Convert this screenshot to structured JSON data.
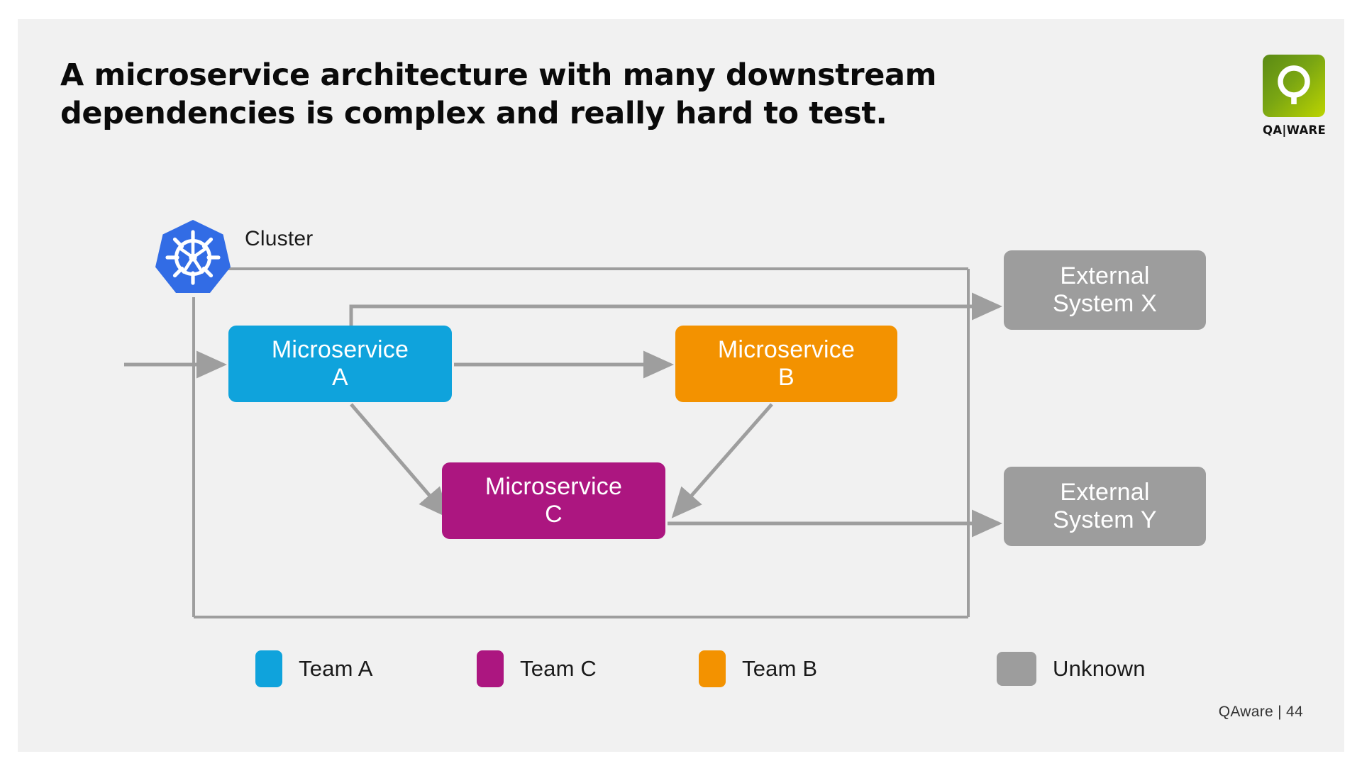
{
  "slide": {
    "title": "A microservice architecture with many downstream\ndependencies is complex and really hard to test.",
    "footer": "QAware | 44",
    "background_color": "#f1f1f1"
  },
  "brand": {
    "logo_name": "qaware-logo",
    "wordmark": "QA|WARE",
    "gradient_from": "#5a8a15",
    "gradient_to": "#bcd400"
  },
  "diagram": {
    "cluster": {
      "label": "Cluster",
      "icon": "kubernetes-icon",
      "icon_color": "#326ce5",
      "border_color": "#a0a0a0"
    },
    "nodes": [
      {
        "id": "ms-a",
        "label": "Microservice\nA",
        "color": "#0fa3dc",
        "team": "Team A"
      },
      {
        "id": "ms-b",
        "label": "Microservice\nB",
        "color": "#f39200",
        "team": "Team B"
      },
      {
        "id": "ms-c",
        "label": "Microservice\nC",
        "color": "#ac1680",
        "team": "Team C"
      },
      {
        "id": "ext-x",
        "label": "External\nSystem X",
        "color": "#9d9d9d",
        "team": "Unknown"
      },
      {
        "id": "ext-y",
        "label": "External\nSystem Y",
        "color": "#9d9d9d",
        "team": "Unknown"
      }
    ],
    "edges": [
      {
        "from": "ingress",
        "to": "ms-a",
        "style": "arrow"
      },
      {
        "from": "ms-a",
        "to": "ms-b",
        "style": "arrow"
      },
      {
        "from": "ms-a",
        "to": "ms-c",
        "style": "arrow"
      },
      {
        "from": "ms-a",
        "to": "ext-x",
        "style": "arrow"
      },
      {
        "from": "ms-b",
        "to": "ms-c",
        "style": "arrow"
      },
      {
        "from": "ms-c",
        "to": "ext-y",
        "style": "arrow"
      }
    ],
    "edge_color": "#9e9e9e"
  },
  "legend": {
    "items": [
      {
        "label": "Team A",
        "color": "#0fa3dc"
      },
      {
        "label": "Team C",
        "color": "#ac1680"
      },
      {
        "label": "Team B",
        "color": "#f39200"
      },
      {
        "label": "Unknown",
        "color": "#9d9d9d"
      }
    ]
  }
}
